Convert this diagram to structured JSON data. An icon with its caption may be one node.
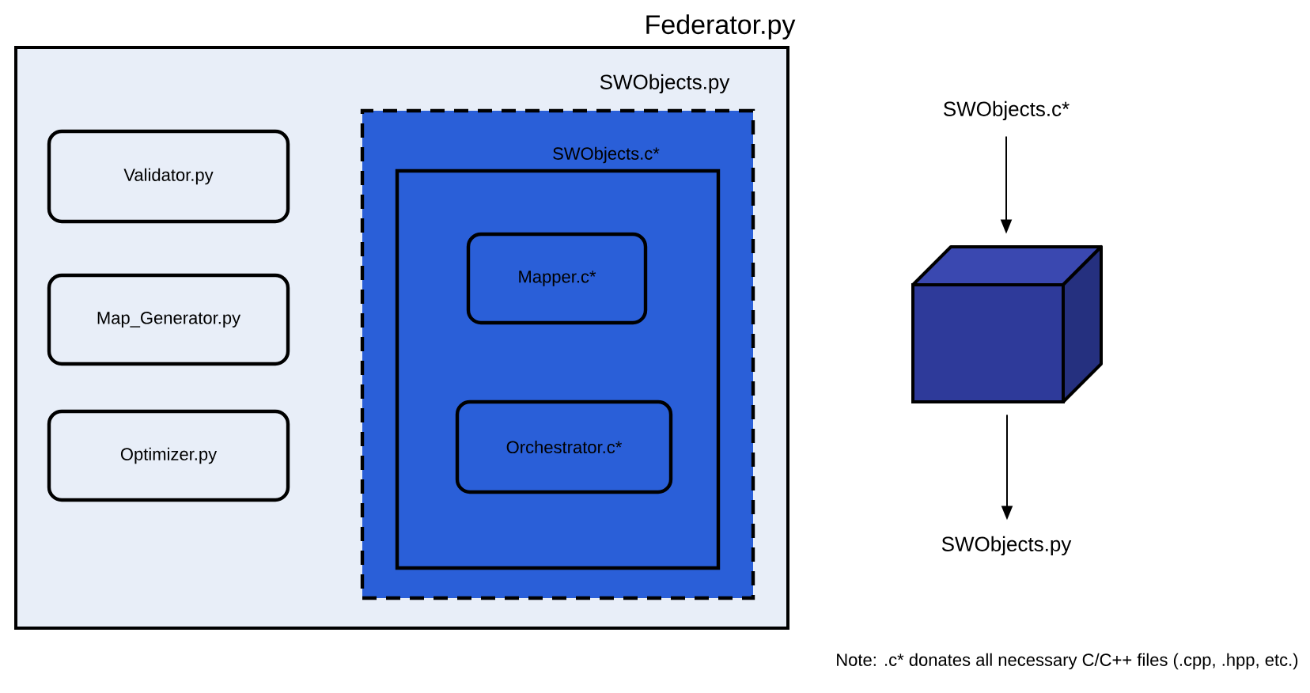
{
  "diagram": {
    "nodes": [
      {
        "text": [
          "Federator.py"
        ]
      },
      {
        "text": [
          "Validator.py"
        ],
        "in": 0
      },
      {
        "text": [
          "Map_Generator.py"
        ],
        "in": 0
      },
      {
        "text": [
          "Optimizer.py"
        ],
        "in": 0
      },
      {
        "text": [
          "SWObjects.py"
        ],
        "in": 0
      },
      {
        "text": [
          "SWObjects.c*"
        ],
        "in": 4
      },
      {
        "text": [
          "Mapper.c*"
        ],
        "in": 5
      },
      {
        "text": [
          "Orchestrator.c*"
        ],
        "in": 5
      },
      {
        "text": [
          "SWObjects.c*"
        ]
      },
      {
        "text": [],
        "shape": "cube"
      },
      {
        "text": [
          "SWObjects.py"
        ]
      }
    ],
    "edges": [
      {
        "from": 8,
        "to": 9,
        "arrow": "to"
      },
      {
        "from": 9,
        "to": 10,
        "arrow": "to"
      }
    ],
    "labels": [
      "Note: .c* donates all necessary C/C++ files (.cpp, .hpp, etc.)"
    ]
  }
}
